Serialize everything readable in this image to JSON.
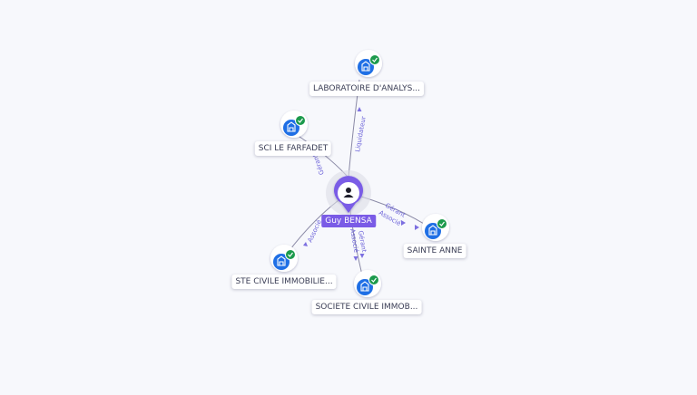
{
  "colors": {
    "edge": "#8b8aa6",
    "edge_label": "#6c63d9",
    "company_icon_bg": "#1f6fe5",
    "verified_badge": "#1c9a4c",
    "person_marker": "#7a5be6"
  },
  "center": {
    "name": "Guy BENSA",
    "icon": "person-icon"
  },
  "companies": [
    {
      "id": "laboratoire",
      "name": "LABORATOIRE D'ANALYS...",
      "icon": "building-icon",
      "verified": true
    },
    {
      "id": "sci-farfadet",
      "name": "SCI LE FARFADET",
      "icon": "building-icon",
      "verified": true
    },
    {
      "id": "sainte-anne",
      "name": "SAINTE ANNE",
      "icon": "building-icon",
      "verified": true
    },
    {
      "id": "ste-civile",
      "name": "STE CIVILE IMMOBILIE...",
      "icon": "building-icon",
      "verified": true
    },
    {
      "id": "societe-civile",
      "name": "SOCIETE CIVILE IMMOB...",
      "icon": "building-icon",
      "verified": true
    }
  ],
  "edges": [
    {
      "to": "laboratoire",
      "labels": [
        "Liquidateur"
      ]
    },
    {
      "to": "sci-farfadet",
      "labels": [
        "Gérant"
      ]
    },
    {
      "to": "sainte-anne",
      "labels": [
        "Gérant",
        "Associé"
      ]
    },
    {
      "to": "ste-civile",
      "labels": [
        "Associé"
      ]
    },
    {
      "to": "societe-civile",
      "labels": [
        "Gérant",
        "Associé"
      ]
    }
  ]
}
